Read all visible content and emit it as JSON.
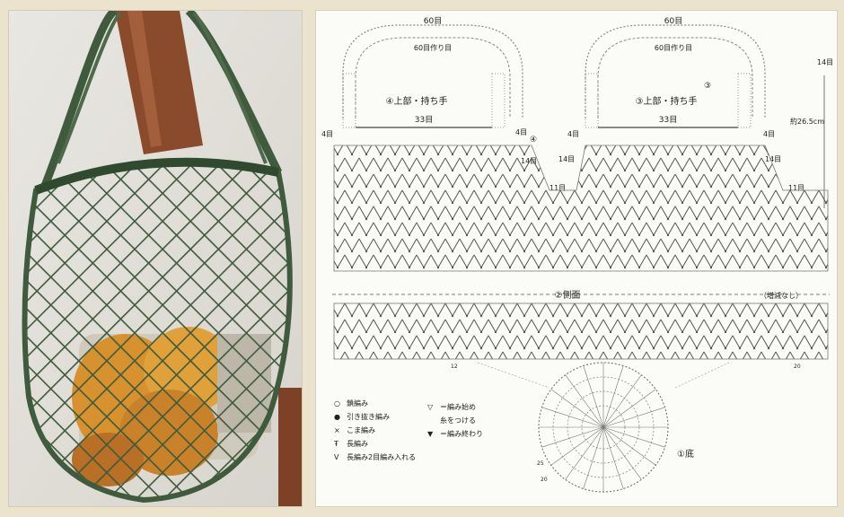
{
  "photo": {
    "colors": {
      "yarn": "#3f5a3c",
      "wood": "#8a4a2c",
      "fruit": "#d7922f"
    }
  },
  "diagram": {
    "handle_left": {
      "top_count": "60目",
      "chain_label": "60目作り目",
      "title": "④上部・持ち手",
      "base_count": "33目",
      "left_rows": "4目",
      "right_rows": "4目",
      "side_step": "14目",
      "notch": "11目"
    },
    "handle_right": {
      "top_count": "60目",
      "chain_label": "60目作り目",
      "title": "③上部・持ち手",
      "base_count": "33目",
      "left_rows": "4目",
      "side_step": "14目",
      "right_rows": "4目",
      "outer_rows": "14目",
      "notch": "11目",
      "height": "約26.5cm"
    },
    "body": {
      "title": "②側面",
      "note": "（増減なし）",
      "row_a": "12",
      "row_b": "20"
    },
    "bottom": {
      "title": "①底",
      "r1": "25",
      "r2": "20"
    },
    "legend": [
      {
        "symbol": "○",
        "label": "鎖編み"
      },
      {
        "symbol": "●",
        "label": "引き抜き編み"
      },
      {
        "symbol": "×",
        "label": "こま編み"
      },
      {
        "symbol": "Ŧ",
        "label": "長編み"
      },
      {
        "symbol": "V",
        "label": "長編み2目編み入れる"
      },
      {
        "symbol": "▽",
        "label": "＝編み始め"
      },
      {
        "symbol": "",
        "label": "糸をつける"
      },
      {
        "symbol": "▼",
        "label": "＝編み終わり"
      }
    ],
    "markers": {
      "three": "③",
      "four": "④"
    }
  }
}
